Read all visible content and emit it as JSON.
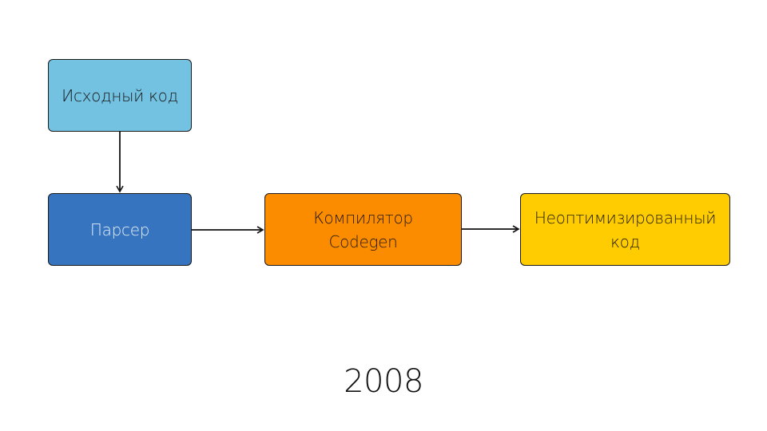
{
  "diagram": {
    "nodes": [
      {
        "id": "source",
        "label": "Исходный код",
        "color": "#73c2e2"
      },
      {
        "id": "parser",
        "label": "Парсер",
        "color": "#3674bf"
      },
      {
        "id": "compiler",
        "label": "Компилятор\nCodegen",
        "color": "#fb8c00"
      },
      {
        "id": "output",
        "label": "Неоптимизированный\nкод",
        "color": "#fecc00"
      }
    ],
    "edges": [
      {
        "from": "source",
        "to": "parser"
      },
      {
        "from": "parser",
        "to": "compiler"
      },
      {
        "from": "compiler",
        "to": "output"
      }
    ]
  },
  "caption": {
    "year": "2008"
  }
}
